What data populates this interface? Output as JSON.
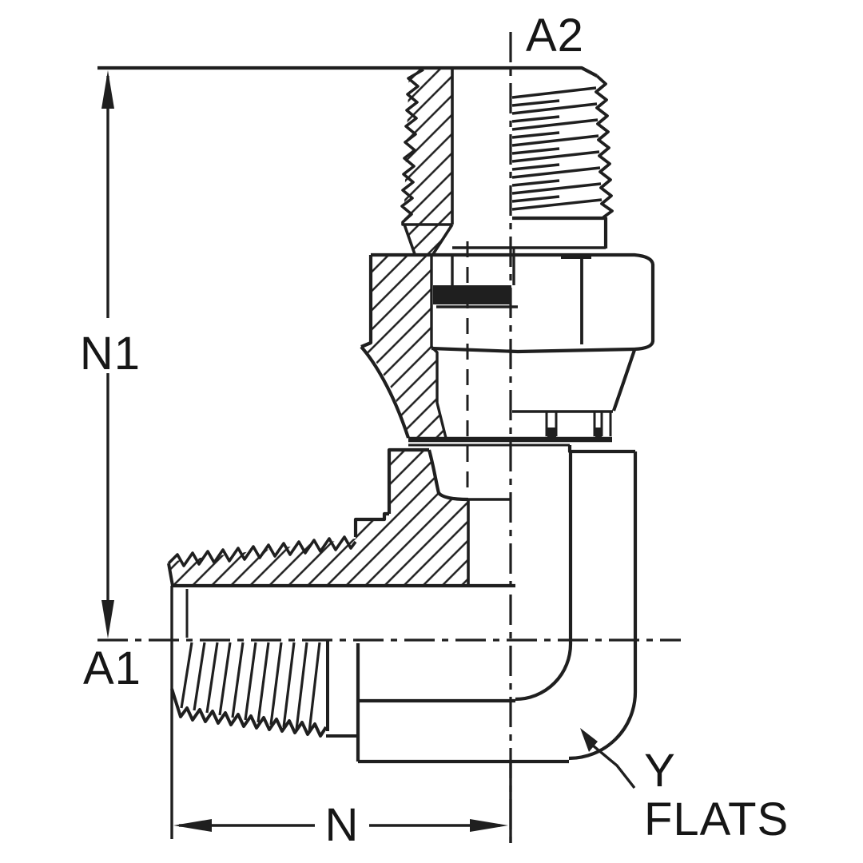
{
  "drawing": {
    "type": "engineering-section-drawing",
    "subject": "90-degree swivel elbow pipe fitting, half-section view",
    "colors": {
      "ink": "#1f1f1f",
      "background": "#ffffff"
    },
    "labels": {
      "a2": "A2",
      "n1": "N1",
      "a1": "A1",
      "n": "N",
      "y": "Y",
      "flats": "FLATS"
    }
  }
}
